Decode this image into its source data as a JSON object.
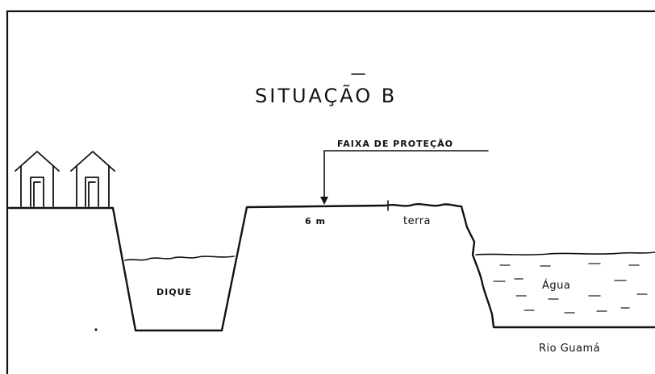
{
  "title": "SITUAÇÃO B",
  "labels": {
    "protection_strip": "FAIXA DE PROTEÇÃO",
    "width": "6 m",
    "soil": "terra",
    "dike": "DIQUE",
    "water": "Água",
    "river": "Rio Guamá"
  },
  "colors": {
    "ink": "#111111",
    "background": "#ffffff"
  },
  "icons": [
    "house-icon",
    "arrow-down-icon"
  ]
}
